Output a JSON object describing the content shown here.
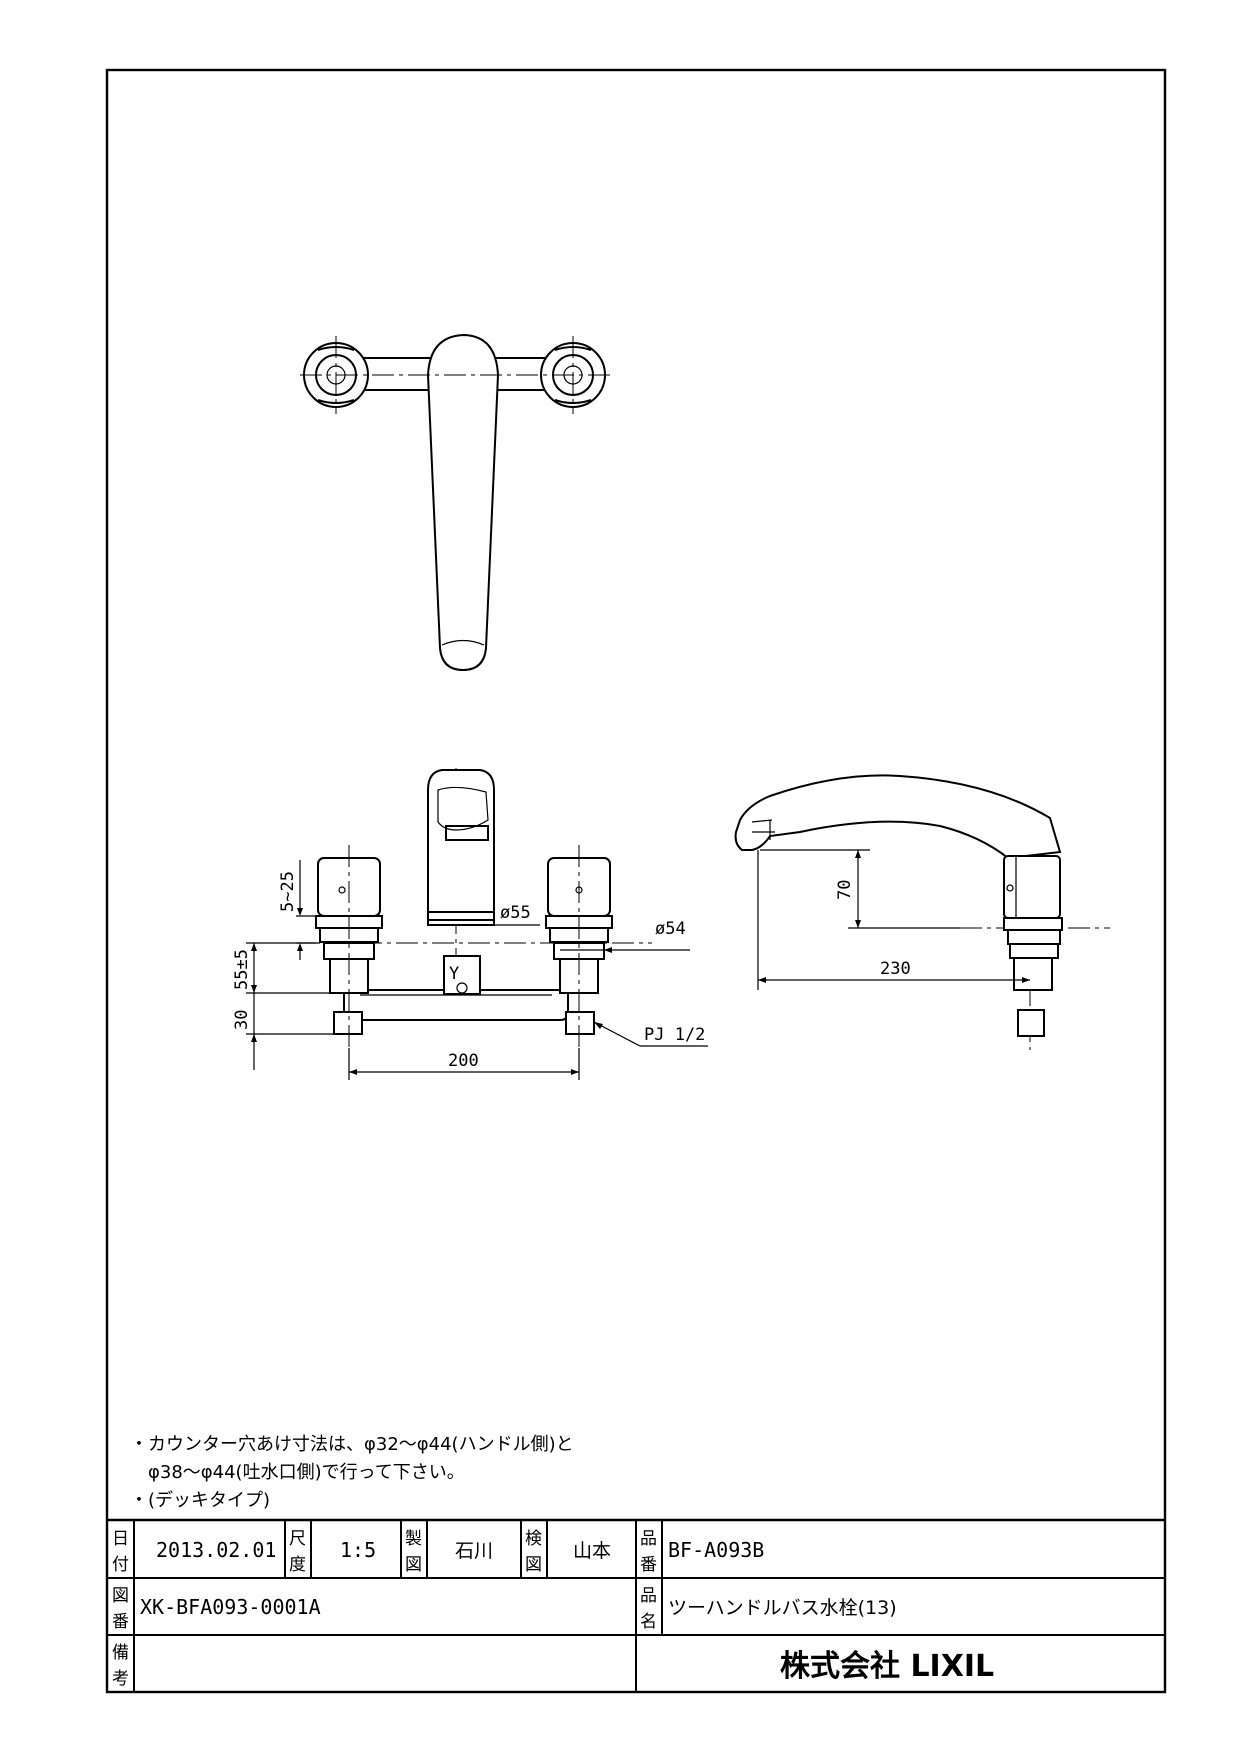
{
  "dimensions": {
    "d_5_25": "5~25",
    "d_55_5": "55±5",
    "d_30": "30",
    "d_200": "200",
    "d_phi55": "ø55",
    "d_phi54": "ø54",
    "d_pj": "PJ 1/2",
    "d_70": "70",
    "d_230": "230"
  },
  "notes": {
    "line1": "・カウンター穴あけ寸法は、φ32～φ44(ハンドル側)と",
    "line2": "φ38～φ44(吐水口側)で行って下さい。",
    "line3": "・(デッキタイプ)"
  },
  "title_block": {
    "date_label_1": "日",
    "date_label_2": "付",
    "date_value": "2013.02.01",
    "scale_label_1": "尺",
    "scale_label_2": "度",
    "scale_value": "1:5",
    "drafter_label_1": "製",
    "drafter_label_2": "図",
    "drafter_value": "石川",
    "checker_label_1": "検",
    "checker_label_2": "図",
    "checker_value": "山本",
    "part_no_label_1": "品",
    "part_no_label_2": "番",
    "part_no_value": "BF-A093B",
    "drawing_no_label_1": "図",
    "drawing_no_label_2": "番",
    "drawing_no_value": "XK-BFA093-0001A",
    "part_name_label_1": "品",
    "part_name_label_2": "名",
    "part_name_value": "ツーハンドルバス水栓(13)",
    "remarks_label_1": "備",
    "remarks_label_2": "考",
    "company": "株式会社 LIXIL"
  }
}
